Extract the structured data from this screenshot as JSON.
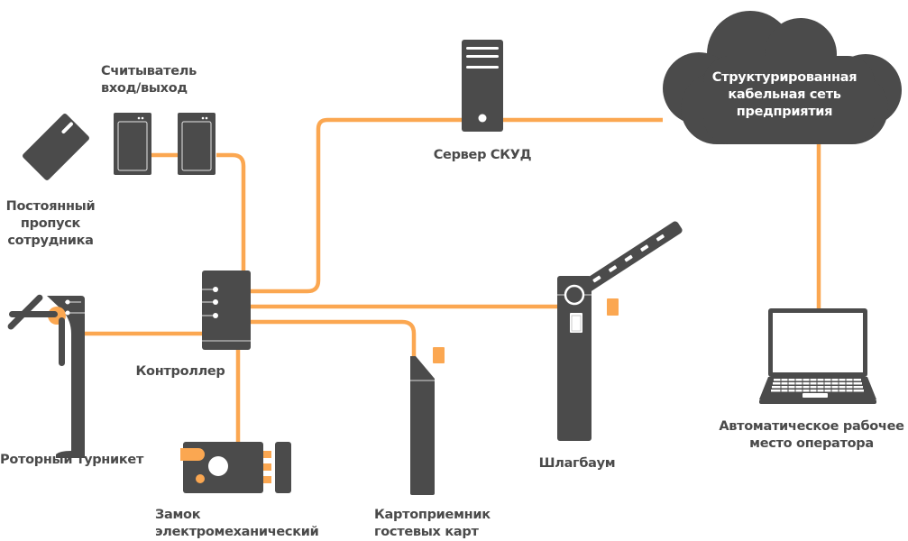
{
  "colors": {
    "device": "#4b4b4b",
    "cable": "#fba751",
    "background": "#ffffff",
    "label": "#4a4a4a",
    "cloud_text": "#ffffff"
  },
  "nodes": {
    "card": {
      "icon": "access-card-icon",
      "label": [
        "Постоянный",
        "пропуск",
        "сотрудника"
      ]
    },
    "readers": {
      "icon": "card-reader-icon",
      "label": [
        "Считыватель",
        "вход/выход"
      ]
    },
    "server": {
      "icon": "server-tower-icon",
      "label": [
        "Сервер СКУД"
      ]
    },
    "cloud": {
      "icon": "cloud-network-icon",
      "label": [
        "Структурированная",
        "кабельная сеть",
        "предприятия"
      ]
    },
    "controller": {
      "icon": "controller-icon",
      "label": [
        "Контроллер"
      ]
    },
    "turnstile": {
      "icon": "tripod-turnstile-icon",
      "label": [
        "Роторный турникет"
      ]
    },
    "lock": {
      "icon": "electromechanical-lock-icon",
      "label": [
        "Замок",
        "электромеханический"
      ]
    },
    "collector": {
      "icon": "card-collector-icon",
      "label": [
        "Картоприемник",
        "гостевых карт"
      ]
    },
    "barrier": {
      "icon": "barrier-gate-icon",
      "label": [
        "Шлагбаум"
      ]
    },
    "workstation": {
      "icon": "laptop-icon",
      "label": [
        "Автоматическое рабочее",
        "место оператора"
      ]
    }
  },
  "edges": [
    {
      "from": "readers",
      "to": "readers",
      "note": "entry reader to exit reader"
    },
    {
      "from": "readers",
      "to": "controller"
    },
    {
      "from": "controller",
      "to": "server"
    },
    {
      "from": "server",
      "to": "cloud"
    },
    {
      "from": "cloud",
      "to": "workstation"
    },
    {
      "from": "controller",
      "to": "turnstile"
    },
    {
      "from": "controller",
      "to": "lock"
    },
    {
      "from": "controller",
      "to": "collector"
    },
    {
      "from": "controller",
      "to": "barrier"
    }
  ]
}
